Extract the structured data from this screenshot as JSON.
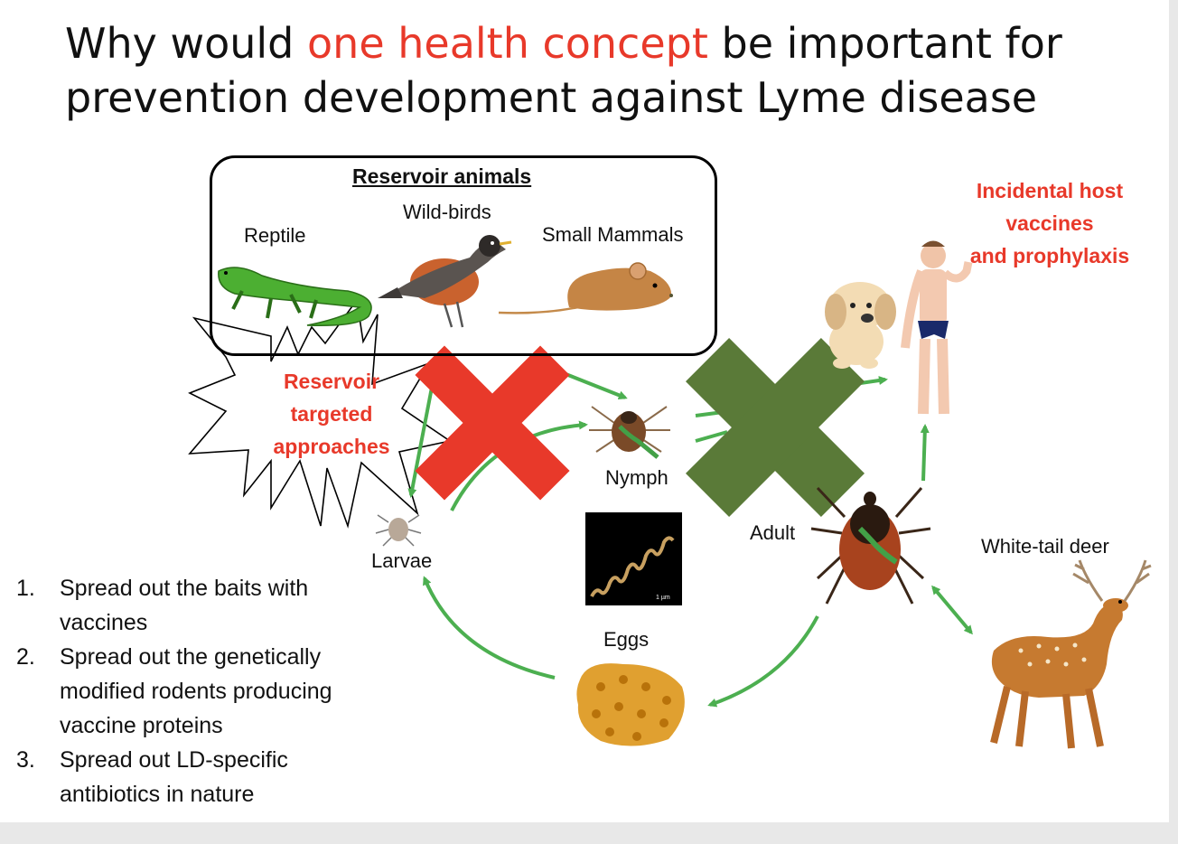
{
  "title": {
    "part1": "Why would ",
    "highlight": "one health concept",
    "part2": " be important for",
    "line2": "prevention development against Lyme disease"
  },
  "reservoir": {
    "heading": "Reservoir animals",
    "reptile": "Reptile",
    "birds": "Wild-birds",
    "mammals": "Small Mammals"
  },
  "incidental": {
    "line1": "Incidental host",
    "line2": "vaccines",
    "line3": "and prophylaxis"
  },
  "targeted": {
    "line1": "Reservoir",
    "line2": "targeted",
    "line3": "approaches"
  },
  "stages": {
    "nymph": "Nymph",
    "adult": "Adult",
    "larvae": "Larvae",
    "eggs": "Eggs",
    "deer": "White-tail deer"
  },
  "micrograph_scale": "1 µm",
  "steps": [
    {
      "num": "1.",
      "line1": "Spread out the baits with",
      "line2": "vaccines"
    },
    {
      "num": "2.",
      "line1": "Spread out the genetically",
      "line2": "modified rodents producing",
      "line3": "vaccine proteins"
    },
    {
      "num": "3.",
      "line1": "Spread out LD-specific",
      "line2": "antibiotics in nature"
    }
  ],
  "colors": {
    "accent_red": "#e8392a",
    "arrow_green": "#4caf50",
    "cross_red": "#e8392a",
    "cross_green": "#5a7a38"
  }
}
